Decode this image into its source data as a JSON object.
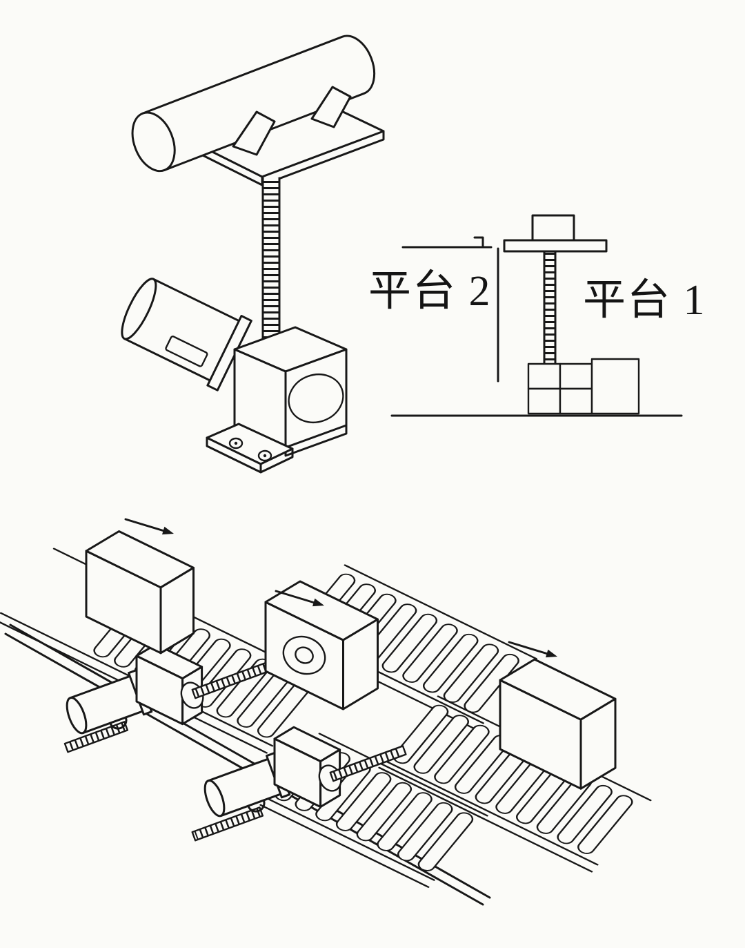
{
  "canvas": {
    "background": "#fbfbf8",
    "ink": "#181818"
  },
  "schematic": {
    "platform2_label": "平台 2",
    "platform1_label": "平台 1"
  },
  "figures": {
    "screw_jack": "motorized-screw-jack-with-v-block",
    "platform_schematic": "two-level-platform-lift",
    "conveyor_scene": "roller-conveyor-transfer-with-screw-pushers"
  }
}
